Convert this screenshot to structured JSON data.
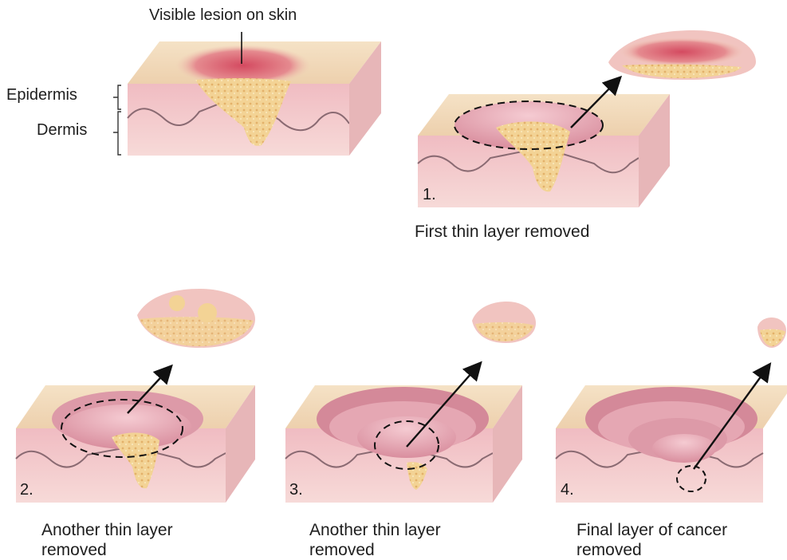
{
  "labels": {
    "lesion": "Visible lesion on skin",
    "epidermis": "Epidermis",
    "dermis": "Dermis"
  },
  "steps": [
    {
      "number": "1.",
      "caption_line1": "First thin layer removed",
      "caption_line2": ""
    },
    {
      "number": "2.",
      "caption_line1": "Another thin layer",
      "caption_line2": "removed"
    },
    {
      "number": "3.",
      "caption_line1": "Another thin layer",
      "caption_line2": "removed"
    },
    {
      "number": "4.",
      "caption_line1": "Final layer of cancer",
      "caption_line2": "removed"
    }
  ],
  "colors": {
    "skin_top": "#f2d9b6",
    "epidermis": "#f1c2c6",
    "dermis": "#f6d3d1",
    "tumor": "#f3d28f",
    "lesion_red": "#d9566a",
    "crater": "#e8a6b2",
    "line": "#111111"
  }
}
